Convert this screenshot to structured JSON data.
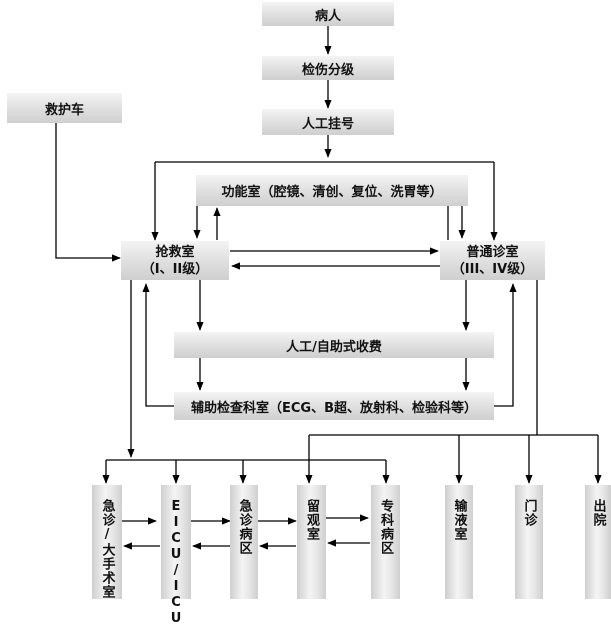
{
  "boxes": {
    "patient": "病人",
    "triage": "检伤分级",
    "manual_register": "人工挂号",
    "ambulance": "救护车",
    "function_room": "功能室（腔镜、清创、复位、洗胃等）",
    "rescue_room": {
      "line1": "抢救室",
      "line2": "（I、II级）"
    },
    "general_clinic": {
      "line1": "普通诊室",
      "line2": "（III、IV级）"
    },
    "payment": "人工/自助式收费",
    "aux_exam": "辅助检查科室（ECG、B超、放射科、检验科等）"
  },
  "wards": [
    "急诊/大手术室",
    "EICU/ICU",
    "急诊病区",
    "留观室",
    "专科病区",
    "输液室",
    "门诊",
    "出院"
  ]
}
